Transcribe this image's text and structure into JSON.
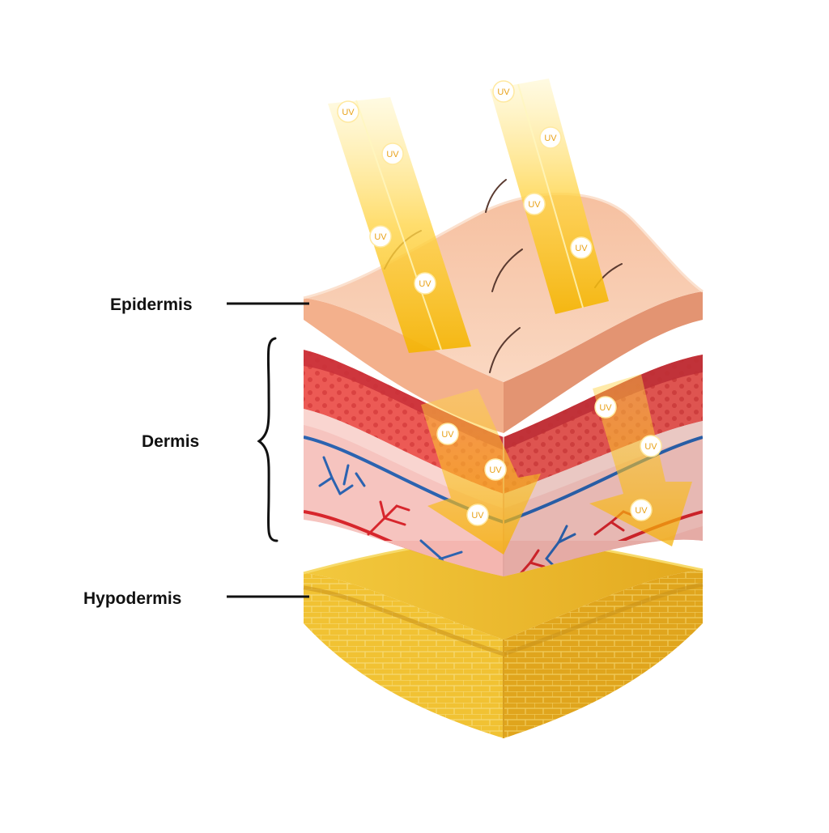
{
  "labels": {
    "epidermis": "Epidermis",
    "dermis": "Dermis",
    "hypodermis": "Hypodermis"
  },
  "uv_badge_text": "UV",
  "colors": {
    "epidermis": "#f8c8a8",
    "dermis_red": "#e9524f",
    "dermis_pink": "#f6c4bf",
    "vein": "#2b63b0",
    "artery": "#d7262c",
    "hypodermis": "#e8b52a",
    "uv_beam": "#ffd54a"
  }
}
